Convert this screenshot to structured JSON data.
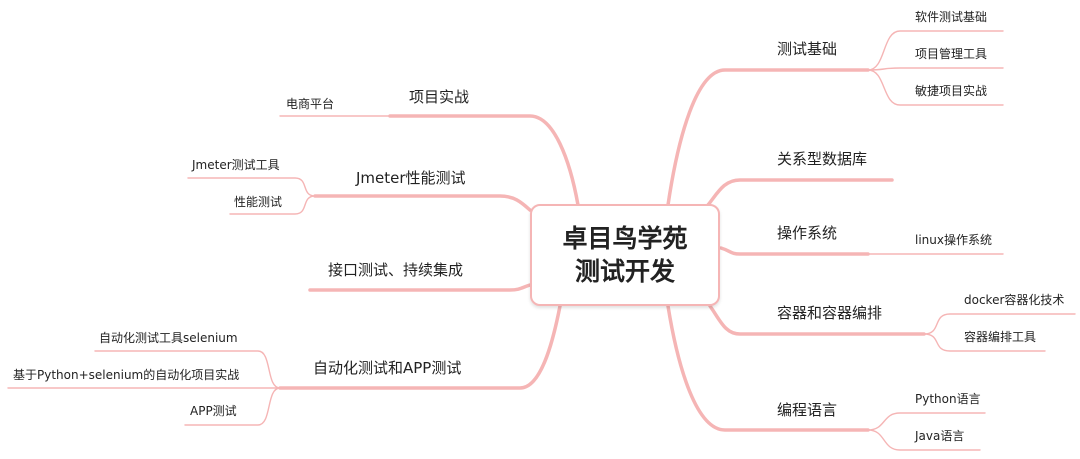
{
  "colors": {
    "branch": "#f5b5b5",
    "text": "#222222"
  },
  "center": {
    "line1": "卓目鸟学苑",
    "line2": "测试开发"
  },
  "right": [
    {
      "label": "测试基础",
      "children": [
        "软件测试基础",
        "项目管理工具",
        "敏捷项目实战"
      ]
    },
    {
      "label": "关系型数据库",
      "children": []
    },
    {
      "label": "操作系统",
      "children": [
        "linux操作系统"
      ]
    },
    {
      "label": "容器和容器编排",
      "children": [
        "docker容器化技术",
        "容器编排工具"
      ]
    },
    {
      "label": "编程语言",
      "children": [
        "Python语言",
        "Java语言"
      ]
    }
  ],
  "left": [
    {
      "label": "项目实战",
      "children": [
        "电商平台"
      ]
    },
    {
      "label": "Jmeter性能测试",
      "children": [
        "Jmeter测试工具",
        "性能测试"
      ]
    },
    {
      "label": "接口测试、持续集成",
      "children": []
    },
    {
      "label": "自动化测试和APP测试",
      "children": [
        "自动化测试工具selenium",
        "基于Python+selenium的自动化项目实战",
        "APP测试"
      ]
    }
  ]
}
